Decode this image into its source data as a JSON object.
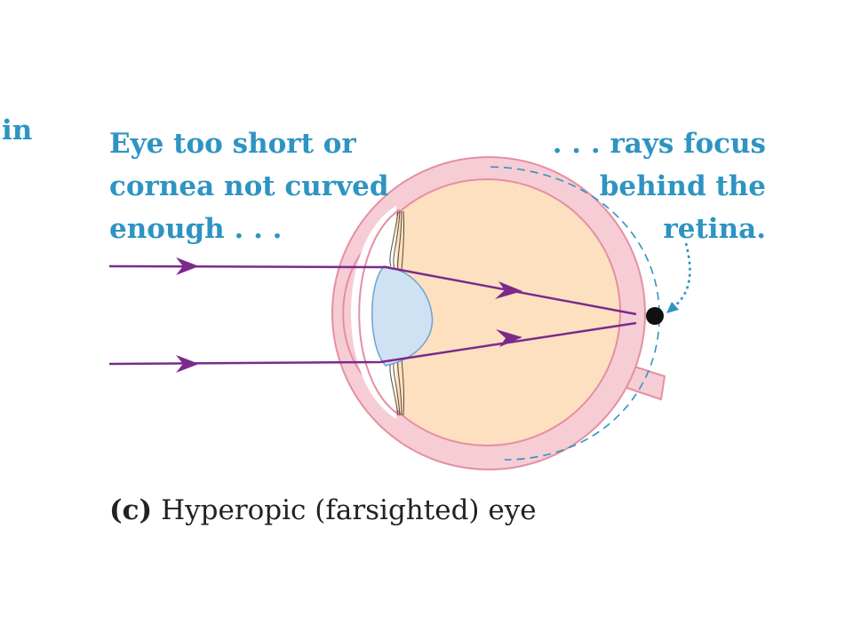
{
  "edge_text": "in",
  "left_annotation": {
    "lines": [
      "Eye too short or",
      "cornea not curved",
      "enough . . ."
    ]
  },
  "right_annotation": {
    "lines": [
      ". . . rays focus",
      "behind the",
      "retina."
    ]
  },
  "caption": {
    "letter": "(c)",
    "text": "Hyperopic (farsighted) eye"
  },
  "colors": {
    "annotation_text": "#2e94c2",
    "ray": "#7b2a8c",
    "sclera": "#f6cdd5",
    "sclera_outline": "#e58fa4",
    "vitreous": "#fde0bf",
    "lens": "#cfe2f3",
    "lens_outline": "#6fa3cf",
    "focus_point": "#111111",
    "pointer": "#2e94c2"
  }
}
